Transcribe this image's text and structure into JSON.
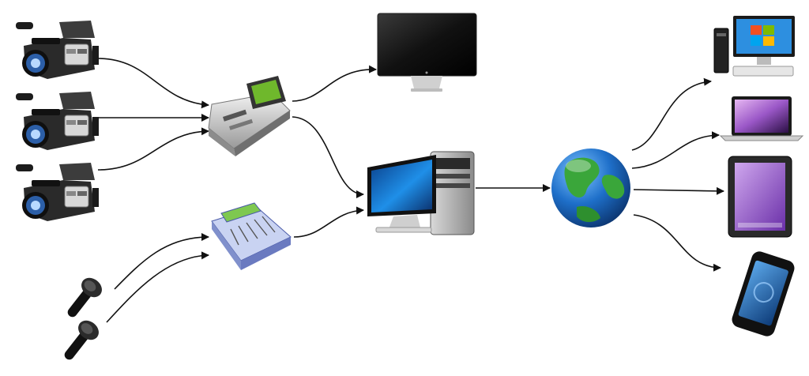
{
  "nodes": [
    {
      "id": "camera-1",
      "icon": "video-camera-icon"
    },
    {
      "id": "camera-2",
      "icon": "video-camera-icon"
    },
    {
      "id": "camera-3",
      "icon": "video-camera-icon"
    },
    {
      "id": "video-switcher",
      "icon": "video-switcher-icon"
    },
    {
      "id": "monitor",
      "icon": "monitor-icon"
    },
    {
      "id": "audio-mixer",
      "icon": "audio-mixer-icon"
    },
    {
      "id": "microphone-1",
      "icon": "microphone-icon"
    },
    {
      "id": "microphone-2",
      "icon": "microphone-icon"
    },
    {
      "id": "streaming-computer",
      "icon": "desktop-computer-icon"
    },
    {
      "id": "internet",
      "icon": "globe-icon"
    },
    {
      "id": "windows-pc",
      "icon": "windows-pc-icon"
    },
    {
      "id": "laptop",
      "icon": "laptop-icon"
    },
    {
      "id": "tablet",
      "icon": "tablet-icon"
    },
    {
      "id": "smartphone",
      "icon": "smartphone-icon"
    }
  ],
  "edges": [
    {
      "from": "camera-1",
      "to": "video-switcher"
    },
    {
      "from": "camera-2",
      "to": "video-switcher"
    },
    {
      "from": "camera-3",
      "to": "video-switcher"
    },
    {
      "from": "video-switcher",
      "to": "monitor"
    },
    {
      "from": "video-switcher",
      "to": "streaming-computer"
    },
    {
      "from": "microphone-1",
      "to": "audio-mixer"
    },
    {
      "from": "microphone-2",
      "to": "audio-mixer"
    },
    {
      "from": "audio-mixer",
      "to": "streaming-computer"
    },
    {
      "from": "streaming-computer",
      "to": "internet"
    },
    {
      "from": "internet",
      "to": "windows-pc"
    },
    {
      "from": "internet",
      "to": "laptop"
    },
    {
      "from": "internet",
      "to": "tablet"
    },
    {
      "from": "internet",
      "to": "smartphone"
    }
  ],
  "colors": {
    "edge": "#111111",
    "screen_blue": "#1f6fd0",
    "globe_ocean": "#1e6fc9",
    "globe_land": "#3aa63a",
    "mixer_green": "#7ec850",
    "mixer_body": "#c9d3f2"
  }
}
